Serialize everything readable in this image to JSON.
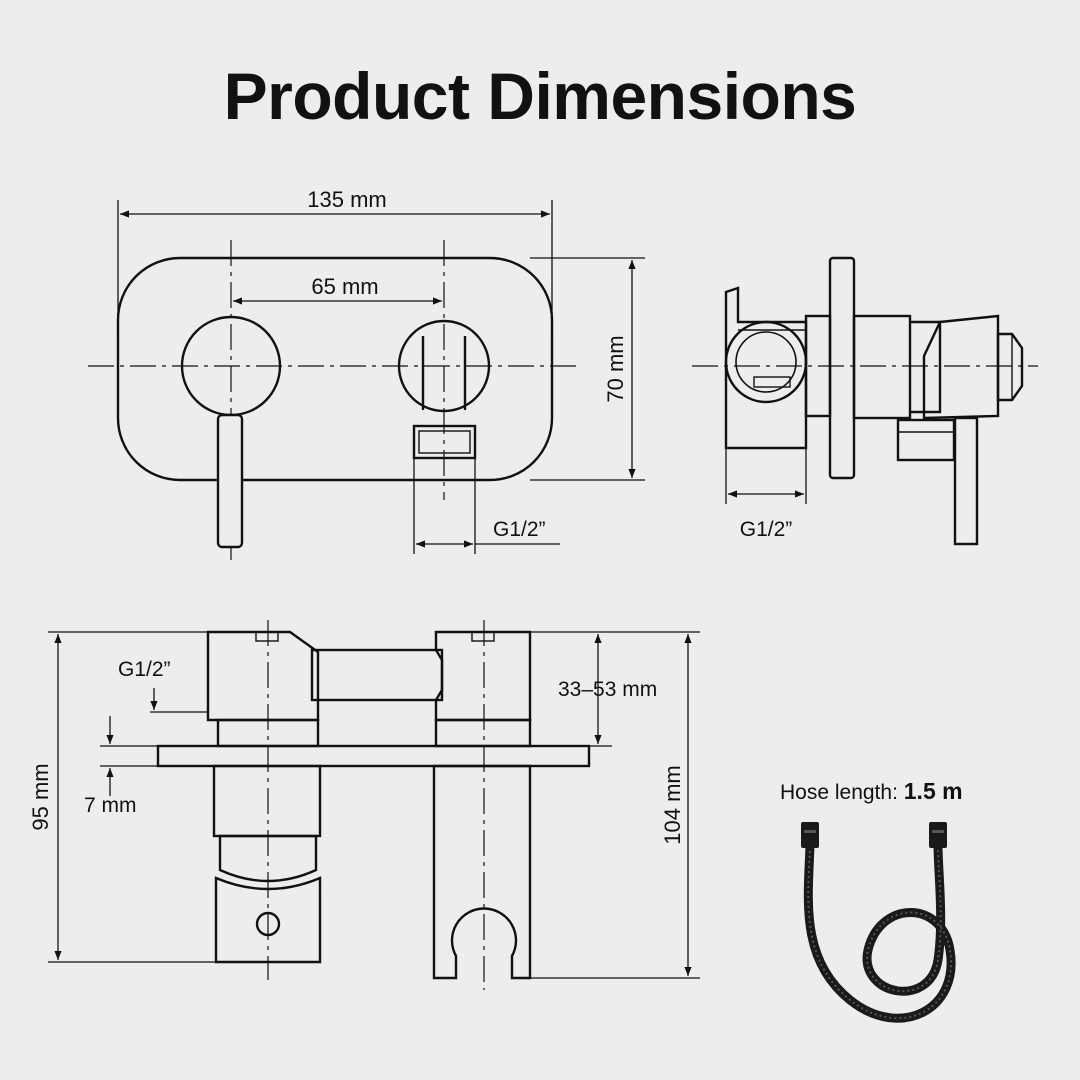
{
  "title": "Product Dimensions",
  "dimensions": {
    "overall_width": "135 mm",
    "handle_spacing": "65 mm",
    "plate_height": "70 mm",
    "outlet_thread_front": "G1/2”",
    "outlet_thread_side": "G1/2”",
    "inlet_thread_bottom": "G1/2”",
    "plate_thickness": "7 mm",
    "wall_depth": "33–53 mm",
    "depth_left": "95 mm",
    "depth_right": "104 mm"
  },
  "hose": {
    "label": "Hose length:",
    "value": "1.5 m"
  },
  "colors": {
    "background": "#eeedeb",
    "line": "#111111",
    "hose": "#1a1a1a"
  }
}
